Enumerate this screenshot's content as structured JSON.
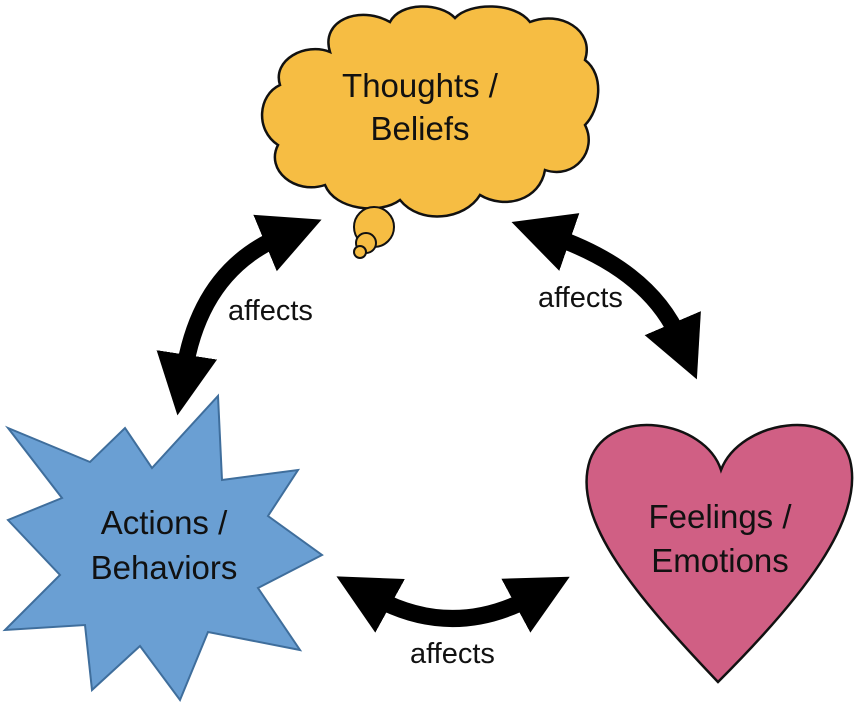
{
  "diagram": {
    "colors": {
      "thought_fill": "#F6BD43",
      "action_fill": "#6A9FD3",
      "feeling_fill": "#D05F84",
      "outline": "#111111",
      "arrow": "#000000"
    },
    "nodes": {
      "thoughts": {
        "line1": "Thoughts /",
        "line2": "Beliefs",
        "shape": "thought-cloud-icon"
      },
      "actions": {
        "line1": "Actions /",
        "line2": "Behaviors",
        "shape": "starburst-icon"
      },
      "feelings": {
        "line1": "Feelings /",
        "line2": "Emotions",
        "shape": "heart-icon"
      }
    },
    "edges": {
      "thoughts_actions": "affects",
      "thoughts_feelings": "affects",
      "actions_feelings": "affects"
    }
  }
}
